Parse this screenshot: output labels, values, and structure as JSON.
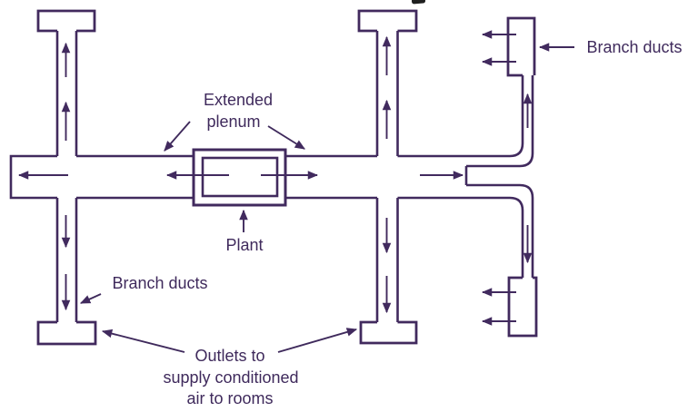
{
  "diagram": {
    "labels": {
      "extended_plenum_line1": "Extended",
      "extended_plenum_line2": "plenum",
      "plant": "Plant",
      "branch_ducts_left": "Branch ducts",
      "branch_ducts_right": "Branch ducts",
      "outlets_line1": "Outlets to",
      "outlets_line2": "supply conditioned",
      "outlets_line3": "air to rooms"
    },
    "colors": {
      "line": "#412a5e",
      "text": "#3f2a5c",
      "background": "#ffffff",
      "cropped_title_fragment": "#1f1f1f"
    }
  }
}
